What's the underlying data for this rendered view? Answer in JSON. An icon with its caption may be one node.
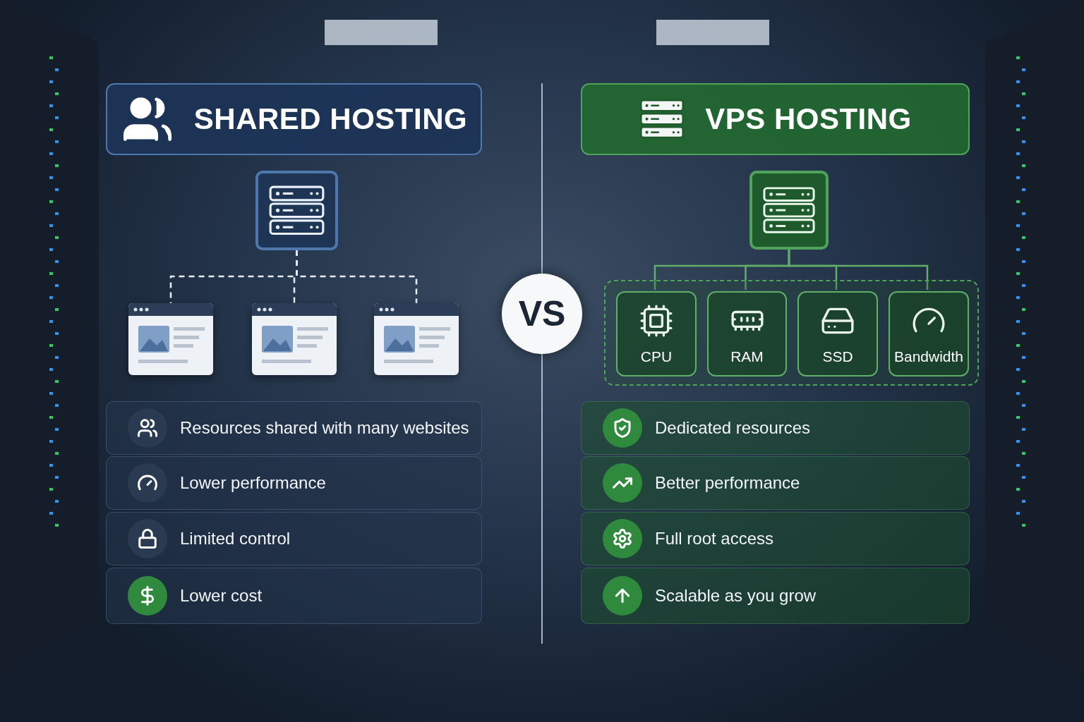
{
  "diagram": {
    "nodes": [
      {
        "text": [
          "SHARED HOSTING"
        ]
      },
      {
        "text": [],
        "shape": "picture"
      },
      {
        "text": [],
        "shape": "picture"
      },
      {
        "text": [],
        "shape": "picture"
      },
      {
        "text": [],
        "shape": "picture"
      },
      {
        "text": [
          "Resources shared with many websites"
        ]
      },
      {
        "text": [
          "Lower performance"
        ]
      },
      {
        "text": [
          "Limited control"
        ]
      },
      {
        "text": [
          "Lower cost"
        ]
      },
      {
        "text": [
          "VS"
        ]
      },
      {
        "text": [
          "VPS HOSTING"
        ]
      },
      {
        "text": [],
        "shape": "picture"
      },
      {
        "text": [],
        "shape": "box"
      },
      {
        "text": [
          "CPU"
        ],
        "in": 12
      },
      {
        "text": [
          "RAM"
        ],
        "in": 12
      },
      {
        "text": [
          "SSD"
        ],
        "in": 12
      },
      {
        "text": [
          "Bandwidth"
        ],
        "in": 12
      },
      {
        "text": [
          "Dedicated resources"
        ]
      },
      {
        "text": [
          "Better performance"
        ]
      },
      {
        "text": [
          "Full root access"
        ]
      },
      {
        "text": [
          "Scalable as you grow"
        ]
      }
    ],
    "edges": [
      {
        "from": 1,
        "to": 2,
        "arrow": "none",
        "style": "dashed",
        "color": "#e6edf5"
      },
      {
        "from": 1,
        "to": 3,
        "arrow": "none",
        "style": "dashed",
        "color": "#e6edf5"
      },
      {
        "from": 1,
        "to": 4,
        "arrow": "none",
        "style": "dashed",
        "color": "#e6edf5"
      },
      {
        "from": 11,
        "to": 13,
        "arrow": "none"
      },
      {
        "from": 11,
        "to": 14,
        "arrow": "none"
      },
      {
        "from": 11,
        "to": 15,
        "arrow": "none"
      },
      {
        "from": 11,
        "to": 16,
        "arrow": "none"
      }
    ]
  }
}
